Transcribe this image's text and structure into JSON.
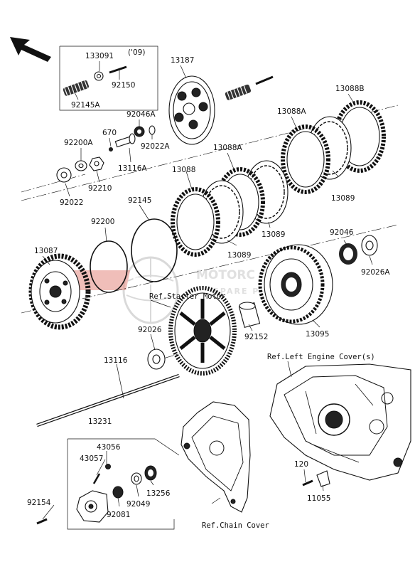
{
  "parts": [
    {
      "id": "p133091",
      "label": "133091"
    },
    {
      "id": "p09",
      "label": "('09)"
    },
    {
      "id": "p92150",
      "label": "92150"
    },
    {
      "id": "p92145A",
      "label": "92145A"
    },
    {
      "id": "p13187",
      "label": "13187"
    },
    {
      "id": "p92046A",
      "label": "92046A"
    },
    {
      "id": "p92022A",
      "label": "92022A"
    },
    {
      "id": "p670",
      "label": "670"
    },
    {
      "id": "p92200A",
      "label": "92200A"
    },
    {
      "id": "p13116A",
      "label": "13116A"
    },
    {
      "id": "p92210",
      "label": "92210"
    },
    {
      "id": "p92022",
      "label": "92022"
    },
    {
      "id": "p13088B",
      "label": "13088B"
    },
    {
      "id": "p13088A_1",
      "label": "13088A"
    },
    {
      "id": "p13088A_2",
      "label": "13088A"
    },
    {
      "id": "p13088",
      "label": "13088"
    },
    {
      "id": "p13089_1",
      "label": "13089"
    },
    {
      "id": "p13089_2",
      "label": "13089"
    },
    {
      "id": "p13089_3",
      "label": "13089"
    },
    {
      "id": "p92145",
      "label": "92145"
    },
    {
      "id": "p92200",
      "label": "92200"
    },
    {
      "id": "p13087",
      "label": "13087"
    },
    {
      "id": "p92046",
      "label": "92046"
    },
    {
      "id": "p92026A",
      "label": "92026A"
    },
    {
      "id": "p92152",
      "label": "92152"
    },
    {
      "id": "p13095",
      "label": "13095"
    },
    {
      "id": "p92026",
      "label": "92026"
    },
    {
      "id": "p13116",
      "label": "13116"
    },
    {
      "id": "p13231",
      "label": "13231"
    },
    {
      "id": "p43056",
      "label": "43056"
    },
    {
      "id": "p43057",
      "label": "43057"
    },
    {
      "id": "p13256",
      "label": "13256"
    },
    {
      "id": "p92049",
      "label": "92049"
    },
    {
      "id": "p92081",
      "label": "92081"
    },
    {
      "id": "p92154",
      "label": "92154"
    },
    {
      "id": "p120",
      "label": "120"
    },
    {
      "id": "p11055",
      "label": "11055"
    }
  ],
  "references": {
    "starter_motor": "Ref.Starter Motor",
    "left_engine_cover": "Ref.Left Engine Cover(s)",
    "chain_cover": "Ref.Chain Cover"
  },
  "watermark": {
    "brand": "MOTORC",
    "sub": "SPARE P",
    "logo": "msp",
    "color": "#d23a2a"
  },
  "icons": {
    "front_arrow": "arrow-up-left-icon"
  }
}
